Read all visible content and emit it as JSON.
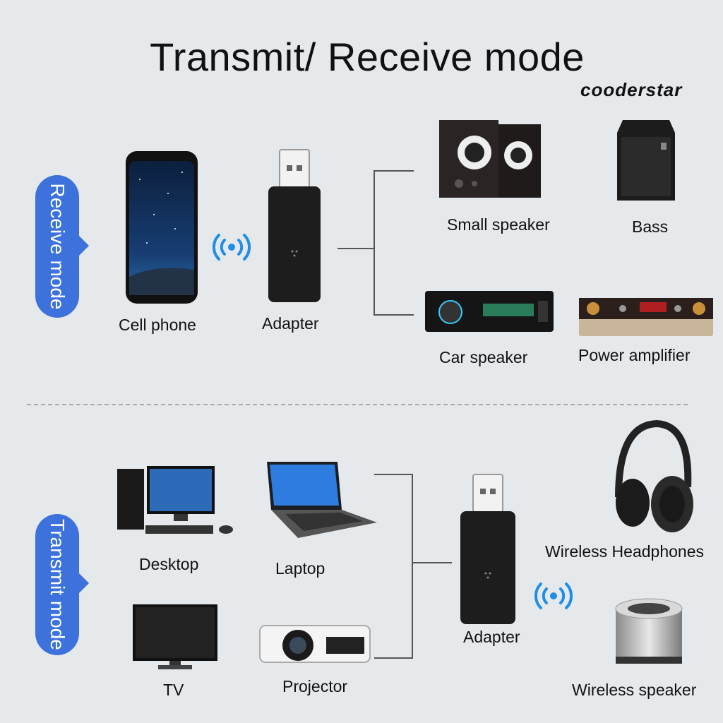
{
  "title": "Transmit/ Receive mode",
  "brand": "cooderstar",
  "receive": {
    "tab": "Receive mode",
    "cell_phone": "Cell phone",
    "adapter": "Adapter",
    "small_speaker": "Small speaker",
    "bass": "Bass",
    "car_speaker": "Car speaker",
    "power_amplifier": "Power amplifier"
  },
  "transmit": {
    "tab": "Transmit mode",
    "desktop": "Desktop",
    "laptop": "Laptop",
    "tv": "TV",
    "projector": "Projector",
    "adapter": "Adapter",
    "headphones": "Wireless Headphones",
    "wireless_speaker": "Wireless speaker"
  },
  "colors": {
    "accent": "#3d72dc",
    "signal": "#1e8ee8",
    "background": "#e6e9ec"
  }
}
